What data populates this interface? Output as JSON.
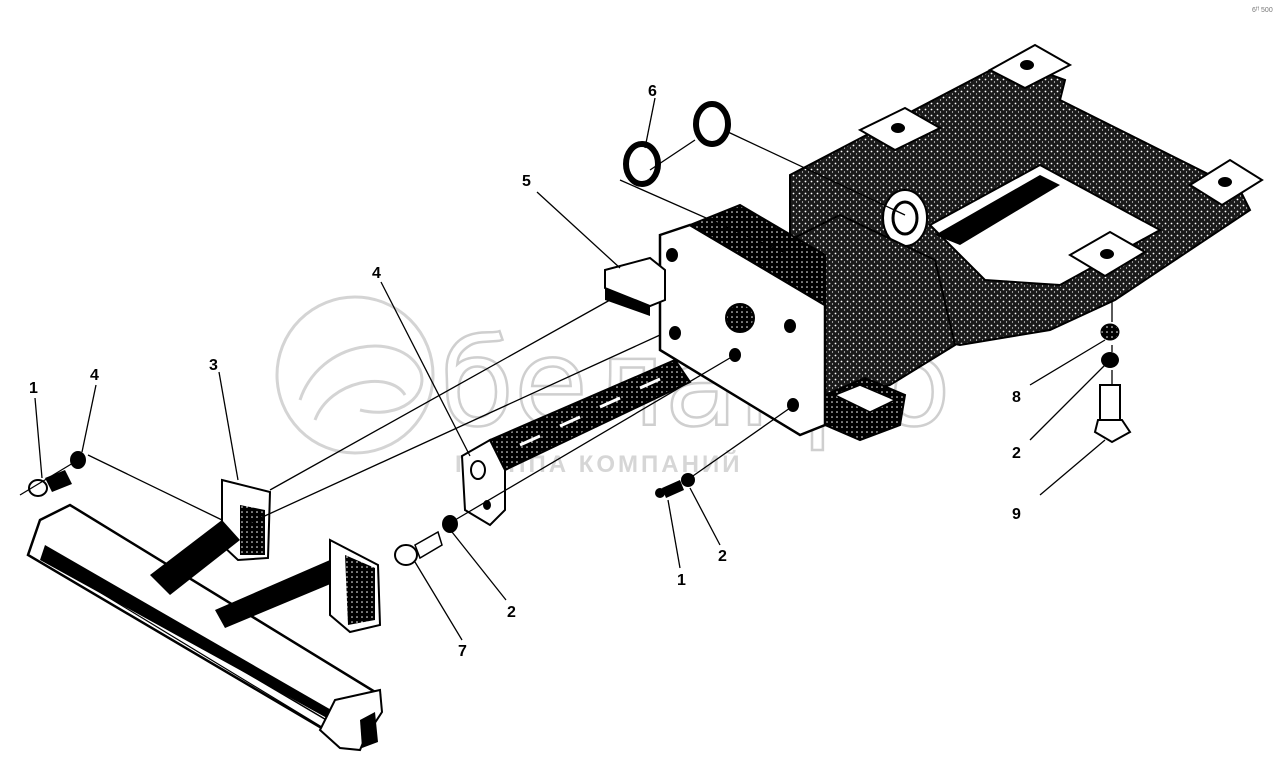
{
  "watermark": {
    "brand": "белагро",
    "subtitle": "ГРУППА КОМПАНИЙ"
  },
  "corner_mark": "6ᶠᶠ 500",
  "callouts": {
    "c1a": "1",
    "c4a": "4",
    "c3": "3",
    "c4b": "4",
    "c5": "5",
    "c6": "6",
    "c2a": "2",
    "c7a": "7",
    "c1b": "1",
    "c2b": "2",
    "c8": "8",
    "c2c": "2",
    "c9": "9"
  },
  "colors": {
    "ink": "#000000",
    "paper": "#ffffff",
    "watermark": "#cfcfcf"
  }
}
